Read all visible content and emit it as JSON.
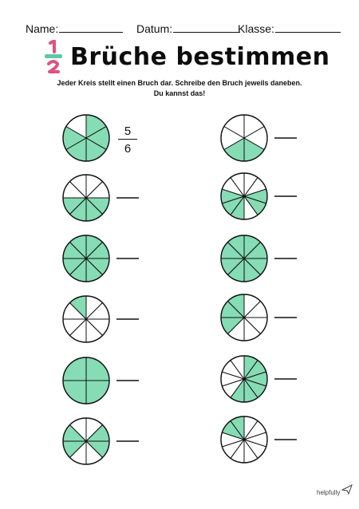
{
  "header": {
    "name_label": "Name:",
    "date_label": "Datum:",
    "class_label": "Klasse:"
  },
  "title": "Brüche bestimmen",
  "instructions": {
    "line1": "Jeder Kreis stellt einen Bruch dar. Schreibe den Bruch jeweils daneben.",
    "line2": "Du kannst das!"
  },
  "example_answer": {
    "numerator": "5",
    "denominator": "6"
  },
  "colors": {
    "fill": "#86dcb4",
    "empty": "#ffffff",
    "stroke": "#111111",
    "logo_pink": "#e0517f",
    "logo_teal": "#5fc8a6"
  },
  "circles": [
    {
      "sectors": 6,
      "shaded": [
        0,
        1,
        2,
        3,
        4
      ]
    },
    {
      "sectors": 6,
      "shaded": [
        2,
        3
      ]
    },
    {
      "sectors": 8,
      "shaded": [
        2,
        3,
        4,
        5
      ]
    },
    {
      "sectors": 10,
      "shaded": [
        2,
        3,
        5,
        6,
        7
      ]
    },
    {
      "sectors": 8,
      "shaded": [
        0,
        1,
        2,
        3,
        4,
        5,
        6,
        7
      ]
    },
    {
      "sectors": 8,
      "shaded": [
        0,
        1,
        2,
        3,
        4,
        5,
        6,
        7
      ]
    },
    {
      "sectors": 8,
      "shaded": [
        7
      ]
    },
    {
      "sectors": 8,
      "shaded": [
        5,
        6,
        7
      ]
    },
    {
      "sectors": 4,
      "shaded": [
        0,
        1,
        2,
        3
      ]
    },
    {
      "sectors": 10,
      "shaded": [
        0,
        1,
        2,
        3,
        4,
        5
      ]
    },
    {
      "sectors": 8,
      "shaded": [
        1,
        2,
        5,
        6
      ]
    },
    {
      "sectors": 10,
      "shaded": [
        8,
        9
      ]
    }
  ],
  "footer": {
    "brand": "helpfully"
  }
}
